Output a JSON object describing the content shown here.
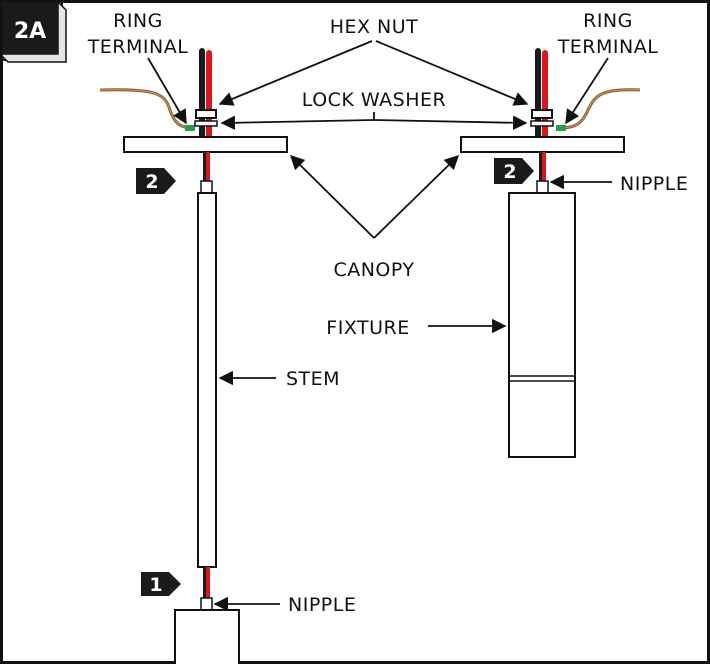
{
  "figure_id": "2A",
  "steps": {
    "one": "1",
    "two_left": "2",
    "two_right": "2"
  },
  "labels": {
    "ring_terminal_left": [
      "RING",
      "TERMINAL"
    ],
    "ring_terminal_right": [
      "RING",
      "TERMINAL"
    ],
    "hex_nut": "HEX NUT",
    "lock_washer": "LOCK WASHER",
    "canopy": "CANOPY",
    "fixture": "FIXTURE",
    "stem": "STEM",
    "nipple_top": "NIPPLE",
    "nipple_bottom": "NIPPLE"
  },
  "colors": {
    "wire_black": "#1a1a1a",
    "wire_red": "#d7191f",
    "ground_wire": "#8a5a2b",
    "ring_terminal": "#2a9d4a",
    "line": "#111111",
    "badge_bg": "#1a1a1a"
  }
}
